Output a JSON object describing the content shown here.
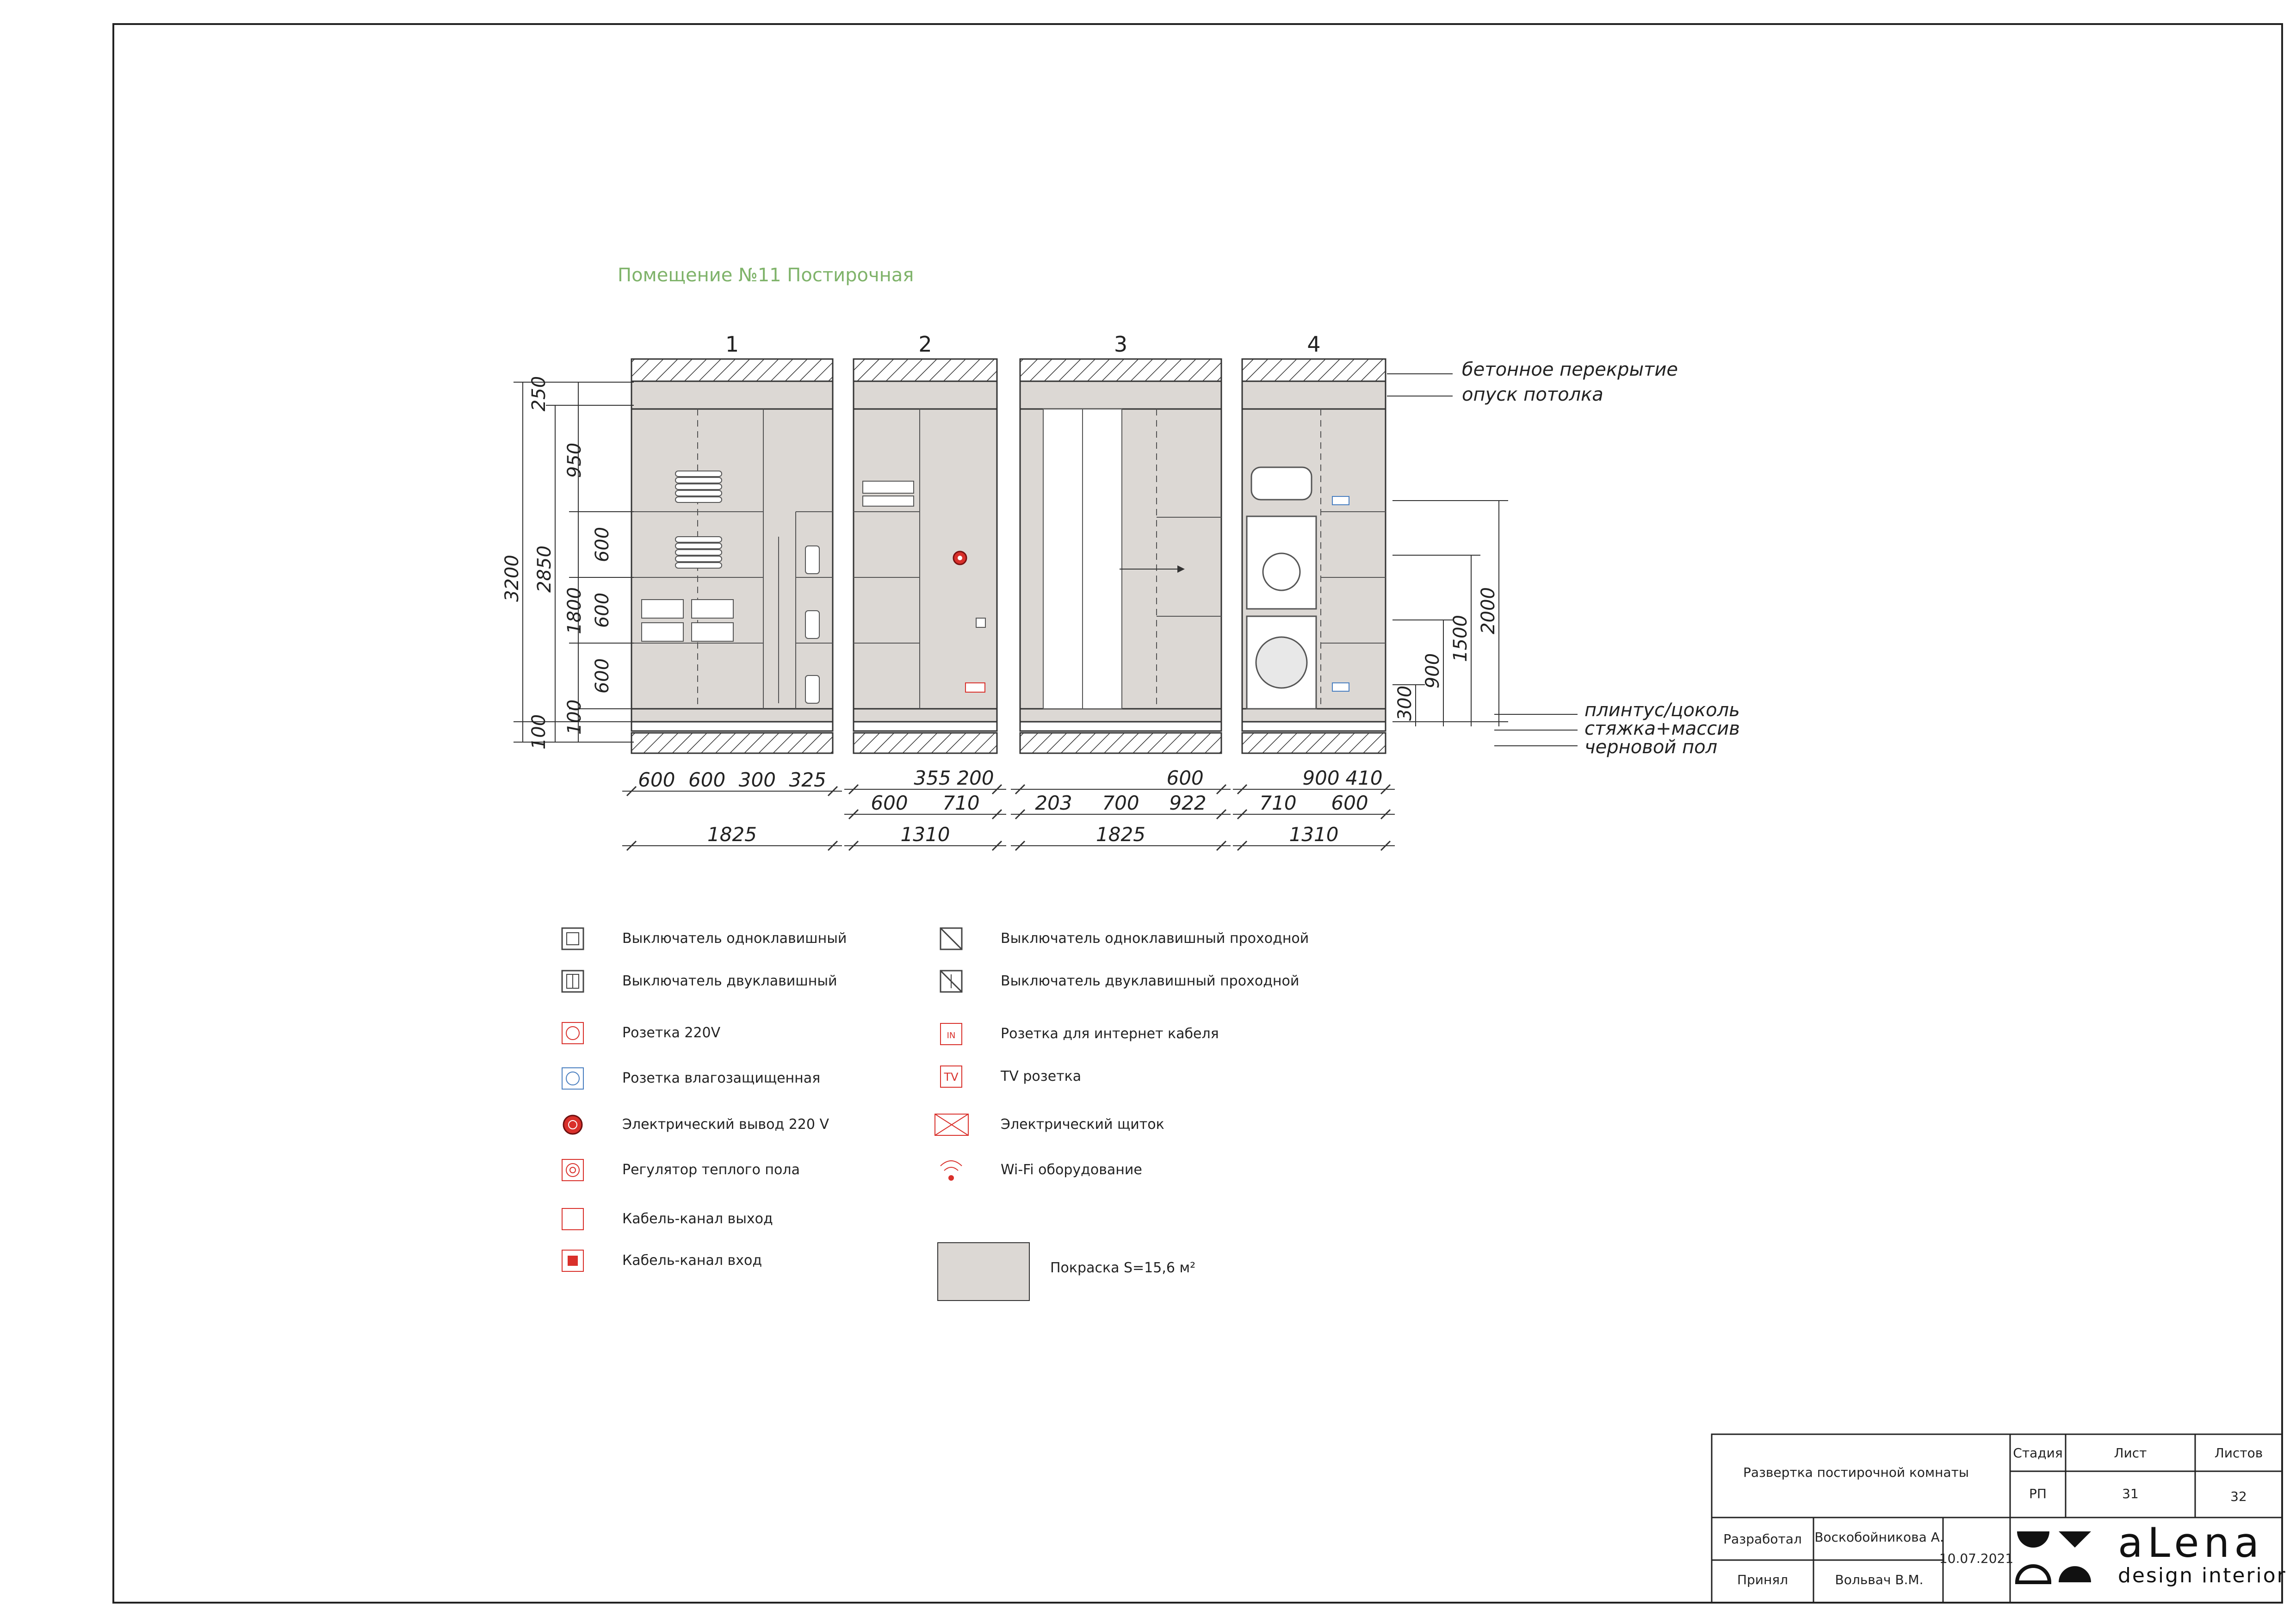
{
  "title": "Помещение №11  Постирочная",
  "walls": [
    {
      "number": "1",
      "total": "1825",
      "segments": [
        "600",
        "600",
        "300",
        "325"
      ]
    },
    {
      "number": "2",
      "total": "1310",
      "top_segments": [
        "355",
        "200"
      ],
      "segments": [
        "600",
        "710"
      ]
    },
    {
      "number": "3",
      "total": "1825",
      "top_segments": [
        "600"
      ],
      "segments": [
        "203",
        "700",
        "922"
      ]
    },
    {
      "number": "4",
      "total": "1310",
      "top_segments": [
        "900",
        "410"
      ],
      "segments": [
        "710",
        "600"
      ]
    }
  ],
  "height_dims": {
    "left_outer": [
      "3200"
    ],
    "left_second": [
      "2850"
    ],
    "left_top": "250",
    "left_inner": [
      "950",
      "600",
      "600",
      "600",
      "100"
    ],
    "left_1800": "1800",
    "left_100_a": "100",
    "right": [
      "2000",
      "1500",
      "900",
      "300"
    ]
  },
  "layer_labels": [
    "бетонное перекрытие",
    "опуск потолка",
    "плинтус/цоколь",
    "стяжка+массив",
    "черновой пол"
  ],
  "legend_left": [
    {
      "icon": "switch-single-icon",
      "label": "Выключатель одноклавишный"
    },
    {
      "icon": "switch-double-icon",
      "label": "Выключатель двуклавишный"
    },
    {
      "icon": "socket-220-icon",
      "label": "Розетка 220V"
    },
    {
      "icon": "socket-waterproof-icon",
      "label": "Розетка влагозащищенная"
    },
    {
      "icon": "electric-outlet-icon",
      "label": "Электрический вывод 220 V"
    },
    {
      "icon": "floor-heating-regulator-icon",
      "label": "Регулятор теплого пола"
    },
    {
      "icon": "cable-channel-out-icon",
      "label": "Кабель-канал выход"
    },
    {
      "icon": "cable-channel-in-icon",
      "label": "Кабель-канал вход"
    }
  ],
  "legend_right": [
    {
      "icon": "switch-single-pass-icon",
      "label": "Выключатель одноклавишный проходной"
    },
    {
      "icon": "switch-double-pass-icon",
      "label": "Выключатель двуклавишный проходной"
    },
    {
      "icon": "internet-socket-icon",
      "label": "Розетка для интернет кабеля",
      "glyph": "IN"
    },
    {
      "icon": "tv-socket-icon",
      "label": "TV розетка",
      "glyph": "TV"
    },
    {
      "icon": "electric-panel-icon",
      "label": "Электрический щиток"
    },
    {
      "icon": "wifi-icon",
      "label": "Wi-Fi оборудование"
    }
  ],
  "paint_label": "Покраска S=15,6 м²",
  "colors": {
    "wall": "#dcd8d4",
    "line": "#333333",
    "accent_green": "#7fb36a",
    "red": "#d9302b",
    "blue": "#4a7fc0"
  },
  "title_block": {
    "description": "Развертка постирочной комнаты",
    "stage_header": "Стадия",
    "sheet_header": "Лист",
    "sheets_header": "Листов",
    "stage": "РП",
    "sheet": "31",
    "sheets": "32",
    "developed_label": "Разработал",
    "developed_name": "Воскобойникова А.",
    "accepted_label": "Принял",
    "accepted_name": "Вольвач В.М.",
    "date": "10.07.2021",
    "brand_name": "aLena",
    "brand_sub": "design interior"
  }
}
